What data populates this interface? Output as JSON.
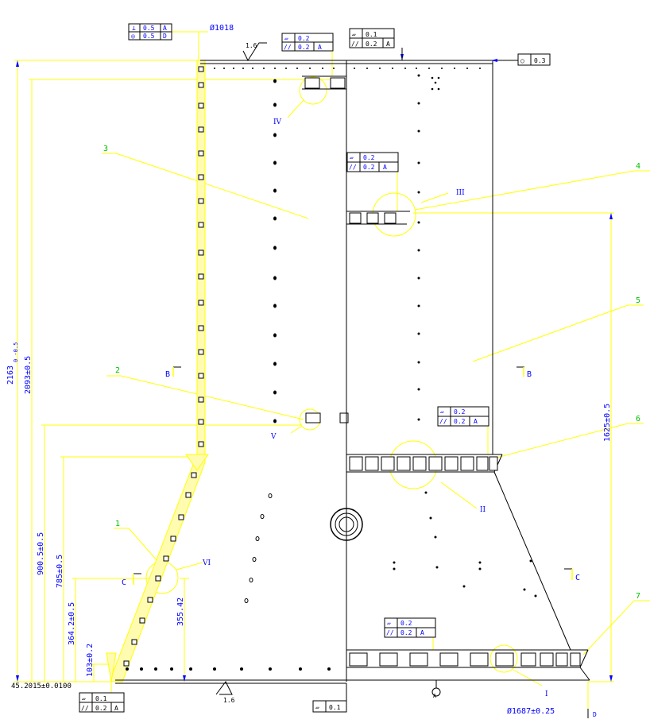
{
  "dimensions": {
    "overall_height": "2163",
    "overall_height_tol": "0 -0.5",
    "height_2093": "2093±0.5",
    "height_900": "900.5±0.5",
    "height_785": "785±0.5",
    "height_364": "364.2±0.5",
    "height_103": "103±0.2",
    "height_1625": "1625±0.5",
    "height_355": "355.42",
    "offset_45": "45.2015±0.0100",
    "top_dia": "Ø1018",
    "bottom_dia": "Ø1687±0.25"
  },
  "fcf": {
    "top_left_perp": "⊥",
    "top_left_perp_val": "0.5",
    "top_left_perp_ref": "A",
    "top_left_conc": "◎",
    "top_left_conc_val": "0.5",
    "top_left_conc_ref": "D",
    "ring4_flat_val": "0.2",
    "ring4_par_val": "0.2",
    "ring4_par_ref": "A",
    "top_flat_val": "0.1",
    "top_par_val": "0.2",
    "top_par_ref": "A",
    "top_round_val": "0.3",
    "ring3_flat_val": "0.2",
    "ring3_par_val": "0.2",
    "ring3_par_ref": "A",
    "ring2_flat_val": "0.2",
    "ring2_par_val": "0.2",
    "ring2_par_ref": "A",
    "ring1_flat_val": "0.2",
    "ring1_par_val": "0.2",
    "ring1_par_ref": "A",
    "bottom_left_flat_val": "0.1",
    "bottom_left_par_val": "0.2",
    "bottom_left_par_ref": "A",
    "bottom_mid_flat_val": "0.1",
    "datum_a": "A",
    "datum_d": "D",
    "flat_sym": "▱",
    "par_sym": "//",
    "round_sym": "○"
  },
  "roughness": {
    "top": "1.6",
    "bottom": "1.6"
  },
  "balloons": {
    "b1": "1",
    "b2": "2",
    "b3": "3",
    "b4": "4",
    "b5": "5",
    "b6": "6",
    "b7": "7"
  },
  "details": {
    "d1": "I",
    "d2": "II",
    "d3": "III",
    "d4": "IV",
    "d5": "V",
    "d6": "VI"
  },
  "sections": {
    "b_left": "B",
    "b_right": "B",
    "c_left": "C",
    "c_right": "C"
  }
}
